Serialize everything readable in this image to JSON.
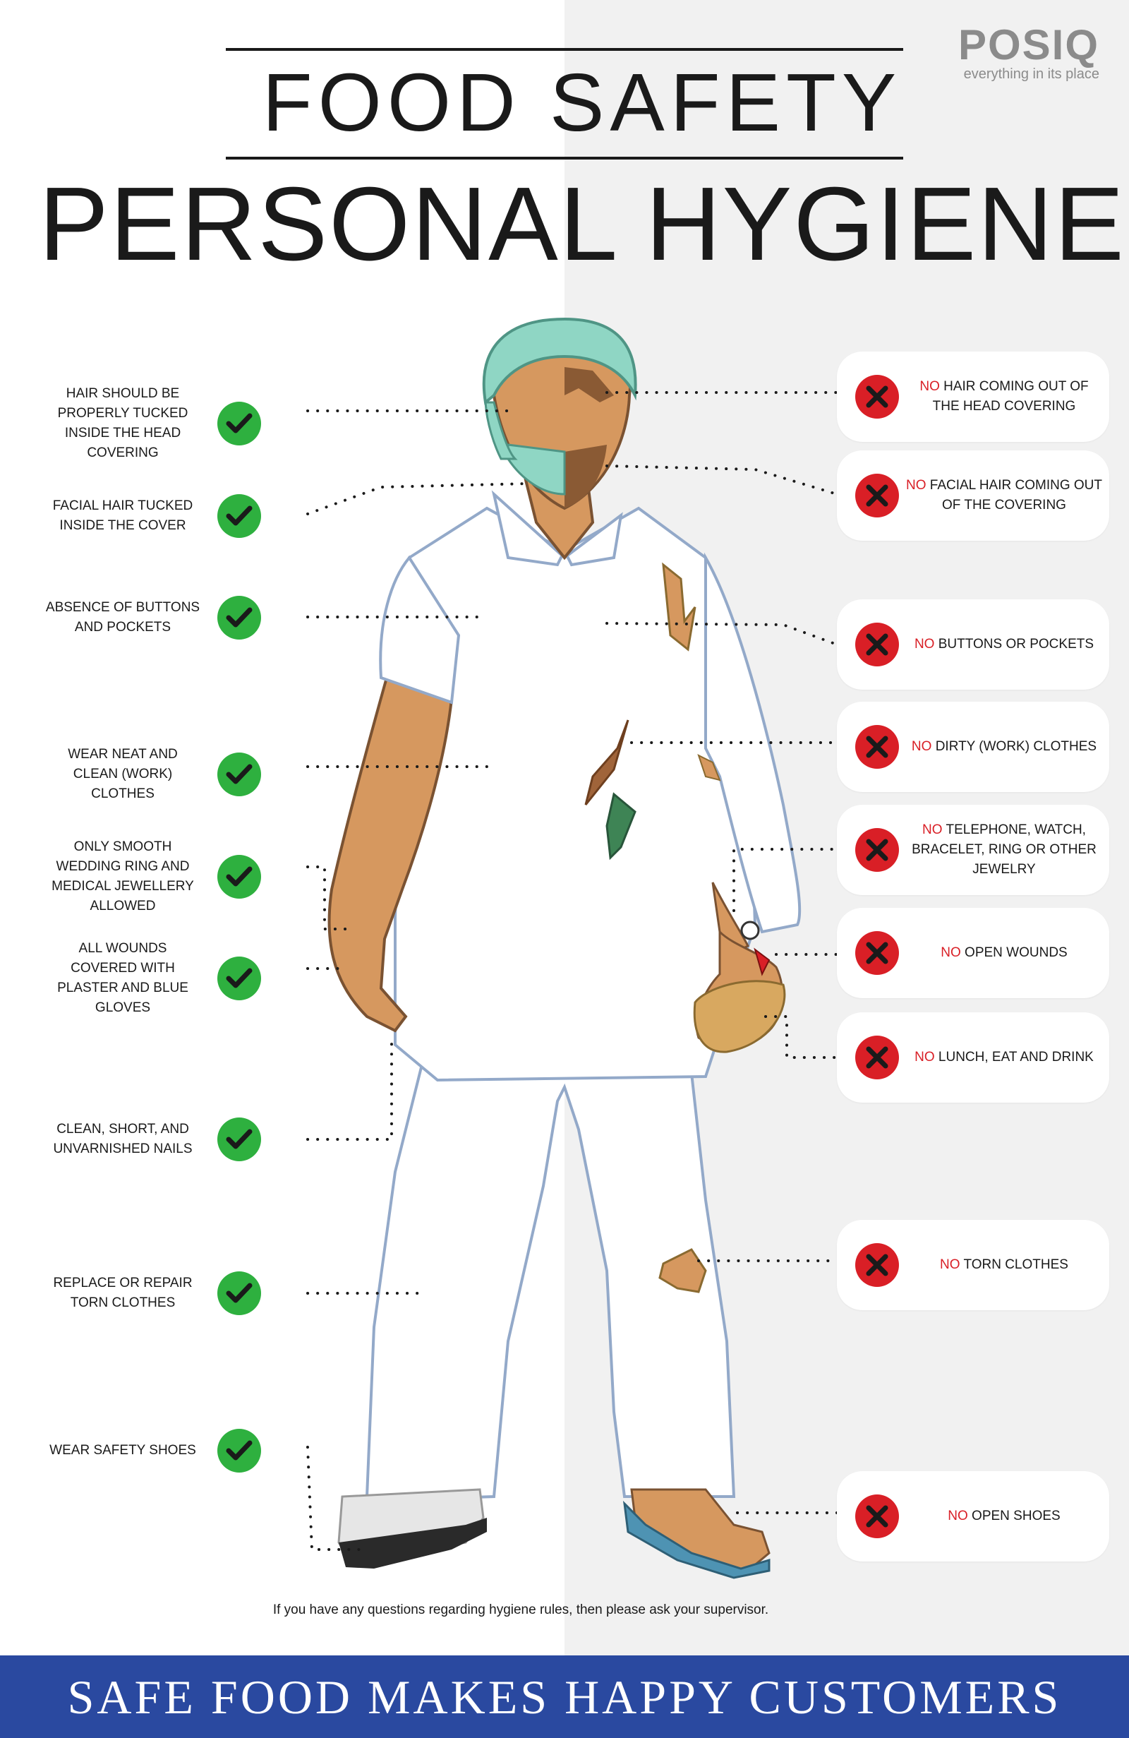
{
  "brand": {
    "name": "POSIQ",
    "tagline": "everything in its place"
  },
  "title": {
    "line1": "FOOD SAFETY",
    "line2": "PERSONAL HYGIENE"
  },
  "do_items": [
    {
      "text": "HAIR SHOULD BE PROPERLY TUCKED INSIDE THE HEAD COVERING"
    },
    {
      "text": "FACIAL HAIR TUCKED INSIDE THE COVER"
    },
    {
      "text": "ABSENCE OF BUTTONS AND POCKETS"
    },
    {
      "text": "WEAR NEAT AND CLEAN (WORK) CLOTHES"
    },
    {
      "text": "ONLY SMOOTH WEDDING RING AND MEDICAL JEWELLERY ALLOWED"
    },
    {
      "text": "ALL WOUNDS COVERED WITH PLASTER AND BLUE GLOVES"
    },
    {
      "text": "CLEAN, SHORT, AND UNVARNISHED NAILS"
    },
    {
      "text": "REPLACE OR REPAIR TORN CLOTHES"
    },
    {
      "text": "WEAR SAFETY SHOES"
    }
  ],
  "dont_items": [
    {
      "no": "NO",
      "text": " HAIR COMING OUT OF THE HEAD COVERING"
    },
    {
      "no": "NO",
      "text": " FACIAL HAIR COMING OUT OF THE COVERING"
    },
    {
      "no": "NO",
      "text": " BUTTONS OR POCKETS"
    },
    {
      "no": "NO",
      "text": " DIRTY (WORK) CLOTHES"
    },
    {
      "no": "NO",
      "text": " TELEPHONE, WATCH, BRACELET, RING OR OTHER JEWELRY"
    },
    {
      "no": "NO",
      "text": " OPEN WOUNDS"
    },
    {
      "no": "NO",
      "text": " LUNCH, EAT AND DRINK"
    },
    {
      "no": "NO",
      "text": " TORN CLOTHES"
    },
    {
      "no": "NO",
      "text": " OPEN SHOES"
    }
  ],
  "footnote": "If you have any questions regarding hygiene rules, then please ask your supervisor.",
  "banner": "SAFE FOOD MAKES HAPPY CUSTOMERS",
  "colors": {
    "check_green": "#2eb03f",
    "cross_red": "#d91f26",
    "banner_blue": "#2a49a0",
    "skin": "#d6985f",
    "hairnet": "#8fd6c4",
    "uniform_outline": "#93a9c9"
  },
  "icons": [
    "check-icon",
    "cross-icon"
  ]
}
